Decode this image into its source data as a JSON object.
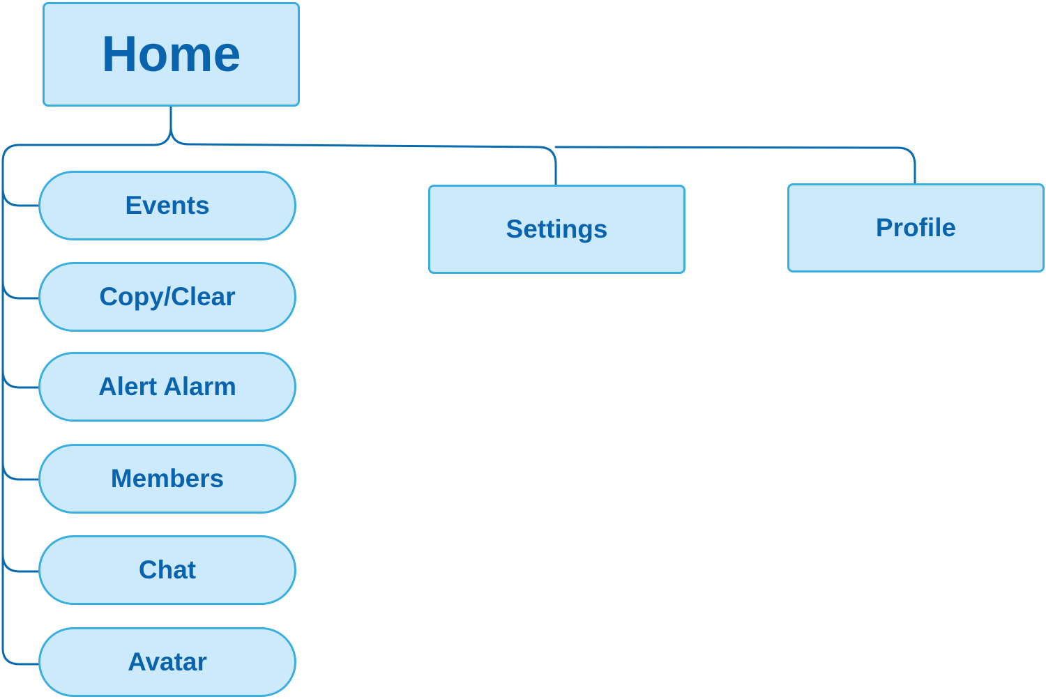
{
  "diagram": {
    "root": {
      "label": "Home"
    },
    "branches": [
      {
        "label": "Events",
        "children": []
      }
    ],
    "home_children": [
      {
        "label": "Events"
      },
      {
        "label": "Copy/Clear"
      },
      {
        "label": "Alert Alarm"
      },
      {
        "label": "Members"
      },
      {
        "label": "Chat"
      },
      {
        "label": "Avatar"
      }
    ],
    "siblings": [
      {
        "label": "Settings"
      },
      {
        "label": "Profile"
      }
    ]
  },
  "colors": {
    "node_fill": "#cdeafc",
    "node_border": "#3aaee0",
    "node_text": "#0a64ad",
    "connector": "#0a6aae"
  }
}
